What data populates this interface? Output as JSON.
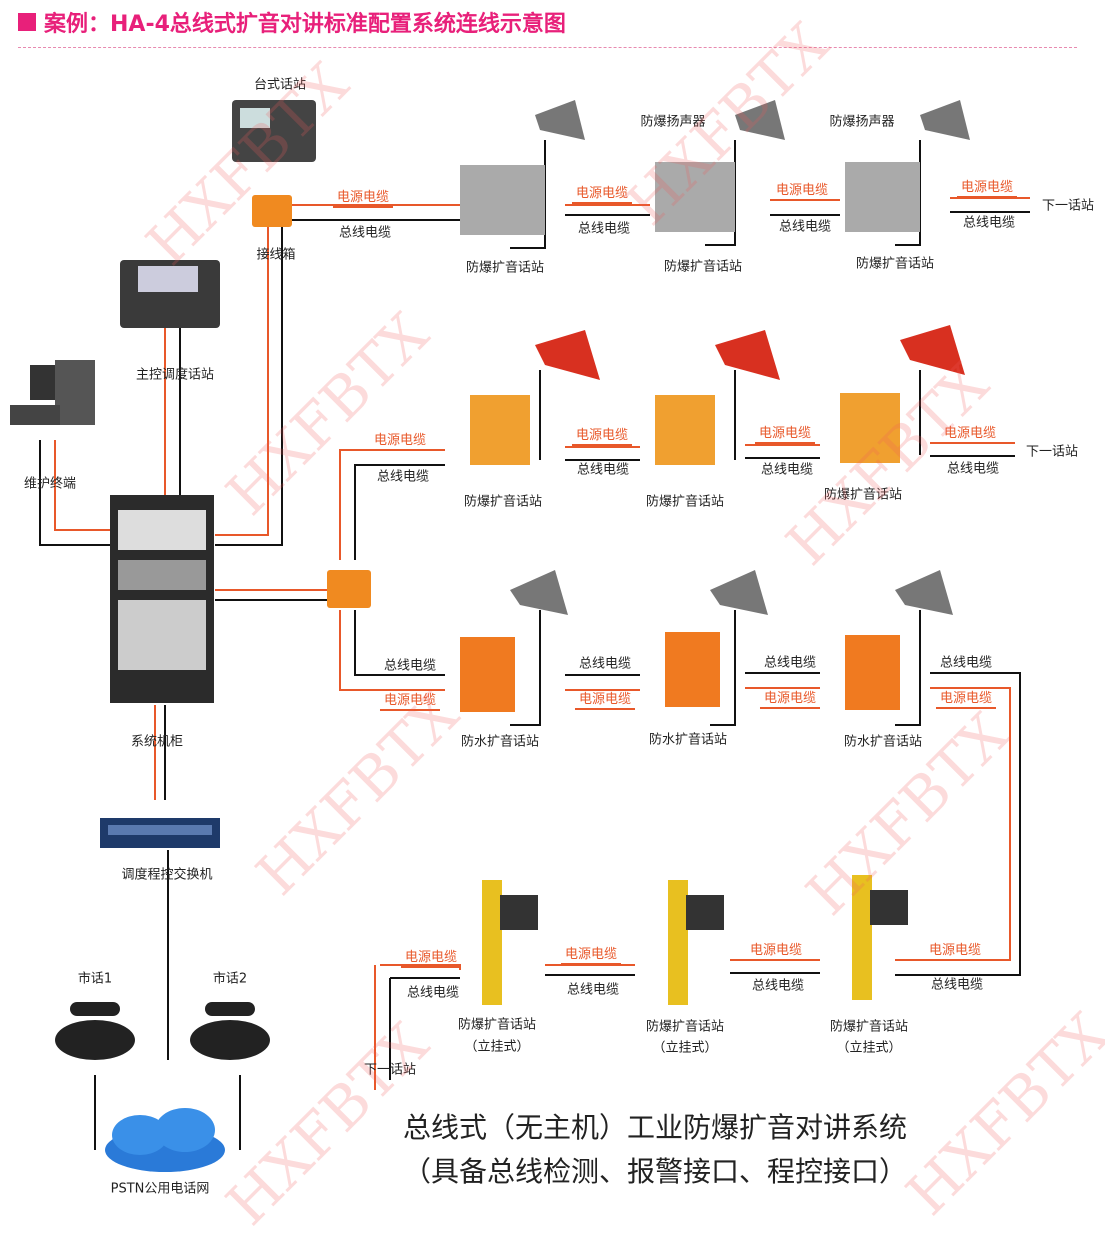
{
  "title": "案例：HA-4总线式扩音对讲标准配置系统连线示意图",
  "caption": [
    "总线式（无主机）工业防爆扩音对讲系统",
    "（具备总线检测、报警接口、程控接口）"
  ],
  "watermark": "HXFBTX",
  "colors": {
    "power_cable": "#e8582a",
    "bus_cable": "#111111",
    "title": "#e8207a"
  },
  "devices": {
    "desk_station": "台式话站",
    "junction_box": "接线箱",
    "master_station": "主控调度话站",
    "maintenance_terminal": "维护终端",
    "system_cabinet": "系统机柜",
    "pbx_switch": "调度程控交换机",
    "phone1": "市话1",
    "phone2": "市话2",
    "pstn": "PSTN公用电话网"
  },
  "row1": {
    "stations": [
      "防爆扩音话站",
      "防爆扩音话站",
      "防爆扩音话站"
    ],
    "speakers": [
      "防爆扬声器",
      "防爆扬声器"
    ],
    "power": [
      "电源电缆",
      "电源电缆",
      "电源电缆",
      "电源电缆"
    ],
    "bus": [
      "总线电缆",
      "总线电缆",
      "总线电缆",
      "总线电缆"
    ],
    "next": "下一话站"
  },
  "row2": {
    "stations": [
      "防爆扩音话站",
      "防爆扩音话站",
      "防爆扩音话站"
    ],
    "power": [
      "电源电缆",
      "电源电缆",
      "电源电缆",
      "电源电缆"
    ],
    "bus": [
      "总线电缆",
      "总线电缆",
      "总线电缆",
      "总线电缆"
    ],
    "next": "下一话站"
  },
  "row3": {
    "stations": [
      "防水扩音话站",
      "防水扩音话站",
      "防水扩音话站"
    ],
    "power": [
      "电源电缆",
      "电源电缆",
      "电源电缆",
      "电源电缆"
    ],
    "bus": [
      "总线电缆",
      "总线电缆",
      "总线电缆",
      "总线电缆"
    ]
  },
  "row4": {
    "stations": [
      "防爆扩音话站",
      "防爆扩音话站",
      "防爆扩音话站"
    ],
    "mount": [
      "（立挂式）",
      "（立挂式）",
      "（立挂式）"
    ],
    "power": [
      "电源电缆",
      "电源电缆",
      "电源电缆",
      "电源电缆"
    ],
    "bus": [
      "总线电缆",
      "总线电缆",
      "总线电缆",
      "总线电缆"
    ],
    "next": "下一话站"
  }
}
